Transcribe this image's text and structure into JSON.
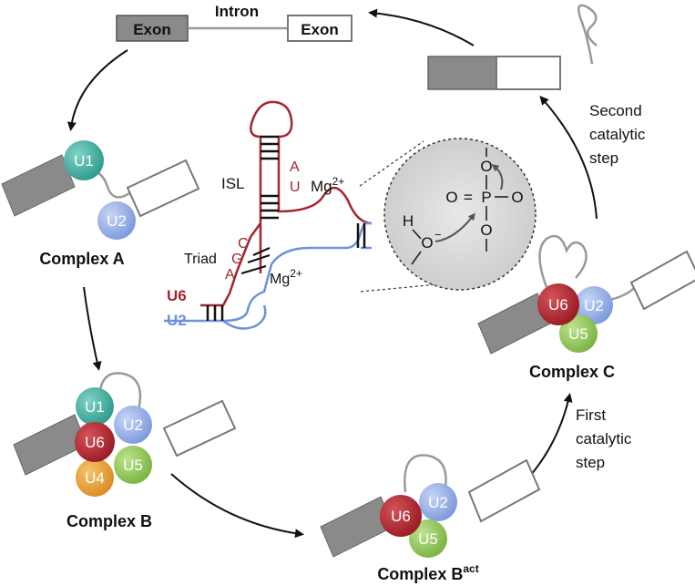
{
  "pre_mrna": {
    "exon_left": "Exon",
    "intron": "Intron",
    "exon_right": "Exon"
  },
  "complexes": {
    "a": "Complex A",
    "b": "Complex B",
    "bact_main": "Complex B",
    "bact_sup": "act",
    "c": "Complex C"
  },
  "snrnps": {
    "u1": "U1",
    "u2": "U2",
    "u4": "U4",
    "u5": "U5",
    "u6": "U6"
  },
  "steps": {
    "first": [
      "First",
      "catalytic",
      "step"
    ],
    "second": [
      "Second",
      "catalytic",
      "step"
    ]
  },
  "active_site": {
    "isl": "ISL",
    "triad": "Triad",
    "mg": "Mg",
    "mg_charge": "2+",
    "u6_label": "U6",
    "u2_label": "U2",
    "base_a1": "A",
    "base_u": "U",
    "base_c": "C",
    "base_g": "G",
    "base_a2": "A"
  },
  "chemistry": {
    "h": "H",
    "o_water": "O",
    "o_top": "O",
    "o_left": "O",
    "p": "P",
    "o_right": "O",
    "o_bottom": "O",
    "eq": "=",
    "minus": "−"
  },
  "colors": {
    "u1": "#3aa89a",
    "u2": "#8fa9e0",
    "u4": "#e0952e",
    "u5": "#8cc255",
    "u6": "#a8232c",
    "u6_strand": "#a3262f",
    "u2_strand": "#6d92d9",
    "exon_fill": "#8a8a8a"
  }
}
